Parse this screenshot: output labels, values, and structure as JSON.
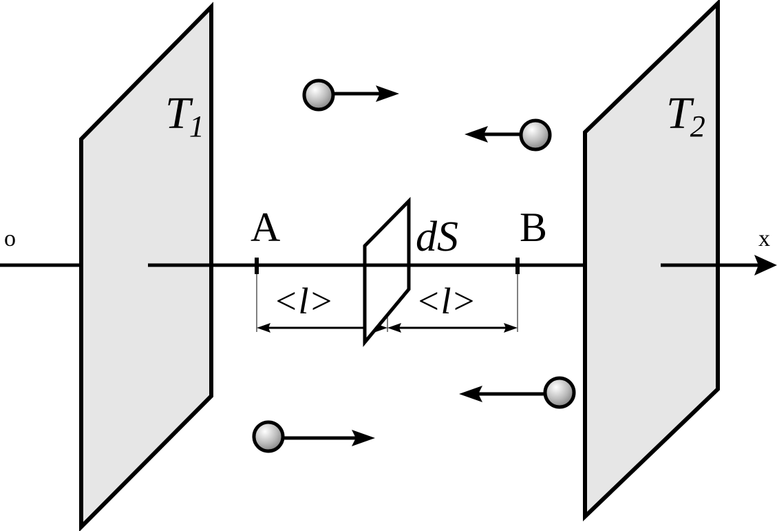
{
  "labels": {
    "origin": "o",
    "x_axis": "x",
    "plate_left_main": "T",
    "plate_left_sub": "1",
    "plate_right_main": "T",
    "plate_right_sub": "2",
    "point_a": "A",
    "point_b": "B",
    "area_element": "dS",
    "distance_left": "<l>",
    "distance_right": "<l>"
  },
  "colors": {
    "stroke": "#000000",
    "plate_fill": "#e6e6e6",
    "background": "#ffffff",
    "particle_light": "#ffffff",
    "particle_dark": "#8a8a8a"
  },
  "icons": {
    "particle": "sphere-icon",
    "direction": "arrow-icon"
  }
}
